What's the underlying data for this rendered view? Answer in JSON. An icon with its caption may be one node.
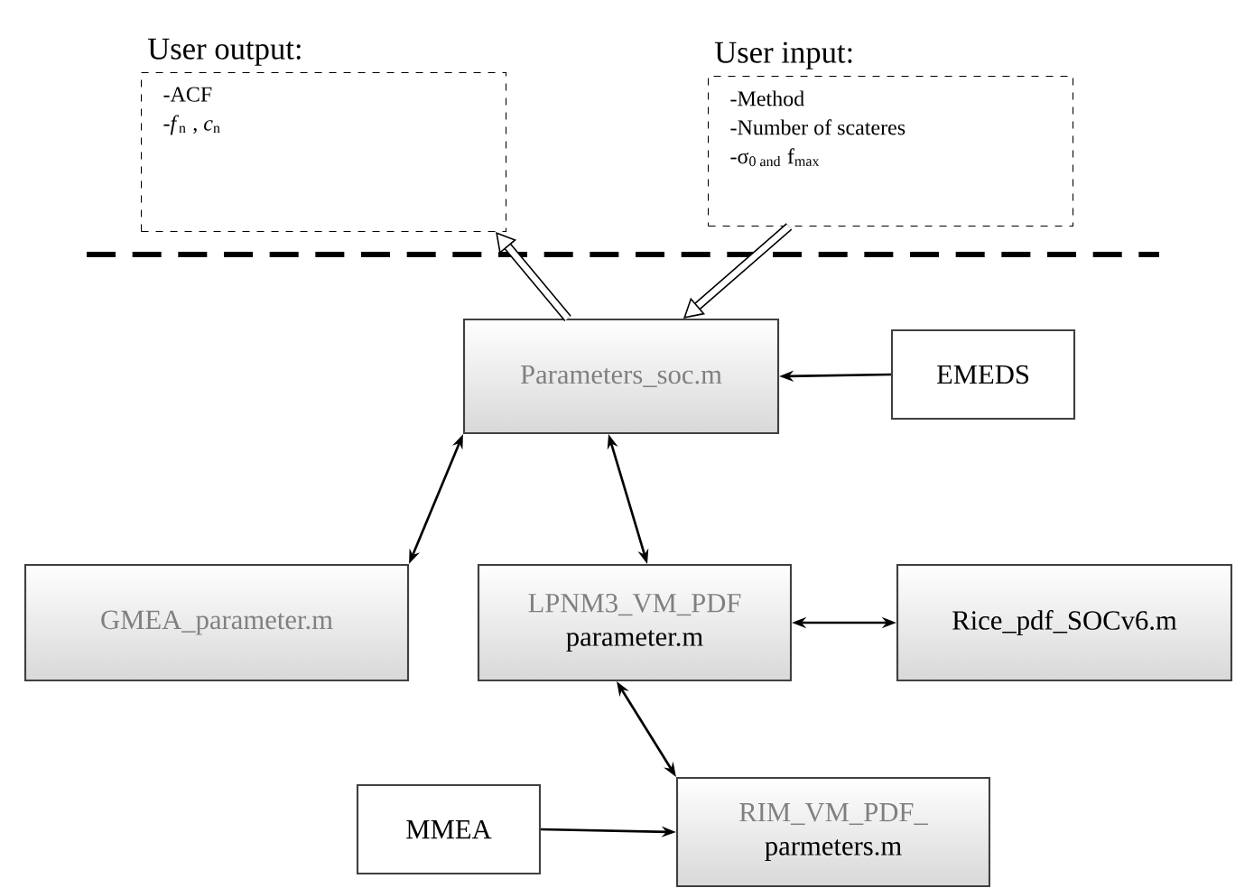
{
  "diagram": {
    "nodes": [
      {
        "text": [
          "User output:",
          "-ACF",
          "-*f*$_{n}$ , *c*$_{n}$"
        ]
      },
      {
        "text": [
          "User input:",
          "-Method",
          "-Number of scateres",
          "-σ$_{0 and}$ f$_{max}$"
        ]
      },
      {
        "text": [
          "Parameters_soc.m"
        ]
      },
      {
        "text": [
          "EMEDS"
        ]
      },
      {
        "text": [
          "GMEA_parameter.m"
        ]
      },
      {
        "text": [
          "LPNM3_VM_PDF",
          "parameter.m"
        ]
      },
      {
        "text": [
          "Rice_pdf_SOCv6.m"
        ]
      },
      {
        "text": [
          "MMEA"
        ]
      },
      {
        "text": [
          "RIM_VM_PDF_",
          "parmeters.m"
        ]
      }
    ],
    "edges": [
      {
        "from": 2,
        "to": 0,
        "arrow": "to",
        "style": "thick"
      },
      {
        "from": 1,
        "to": 2,
        "arrow": "to",
        "style": "thick"
      },
      {
        "from": 3,
        "to": 2,
        "arrow": "to"
      },
      {
        "from": 2,
        "to": 4,
        "arrow": "both"
      },
      {
        "from": 2,
        "to": 5,
        "arrow": "both"
      },
      {
        "from": 5,
        "to": 6,
        "arrow": "both"
      },
      {
        "from": 5,
        "to": 8,
        "arrow": "both"
      },
      {
        "from": 7,
        "to": 8,
        "arrow": "to"
      }
    ]
  }
}
